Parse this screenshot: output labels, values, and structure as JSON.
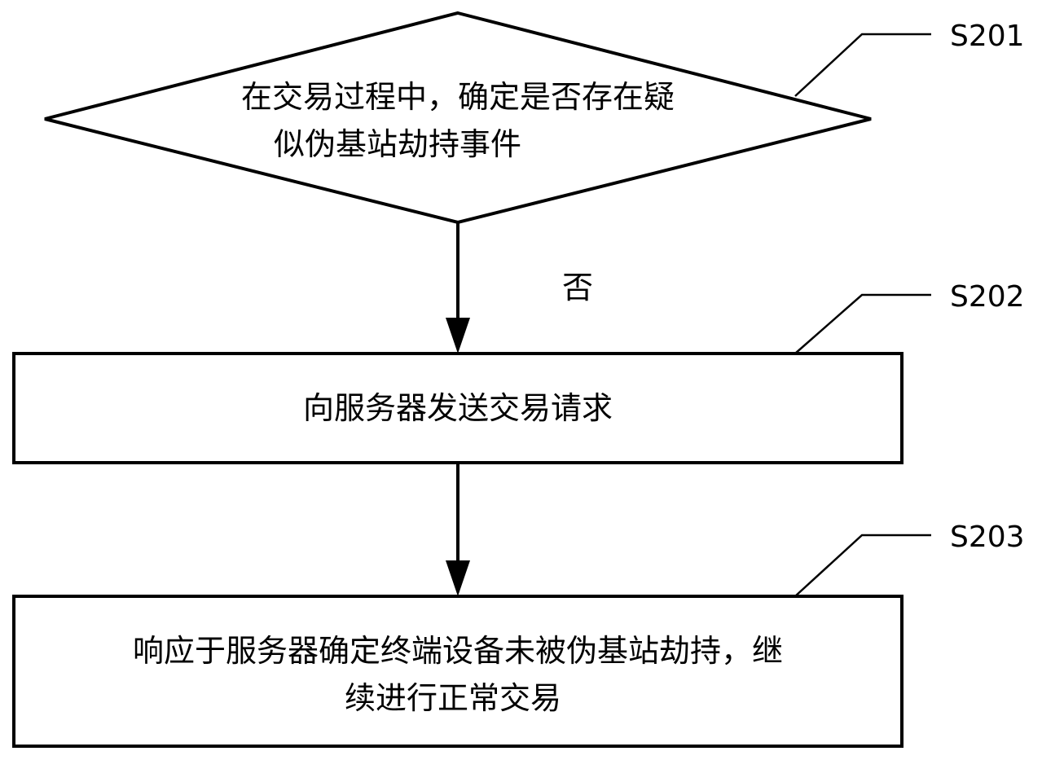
{
  "nodes": {
    "decision": {
      "line1": "在交易过程中，确定是否存在疑",
      "line2": "似伪基站劫持事件"
    },
    "send_request": {
      "text": "向服务器发送交易请求"
    },
    "continue_trade": {
      "line1": "响应于服务器确定终端设备未被伪基站劫持，继",
      "line2": "续进行正常交易"
    }
  },
  "edges": {
    "decision_no": "否"
  },
  "step_labels": {
    "s201": "S201",
    "s202": "S202",
    "s203": "S203"
  }
}
